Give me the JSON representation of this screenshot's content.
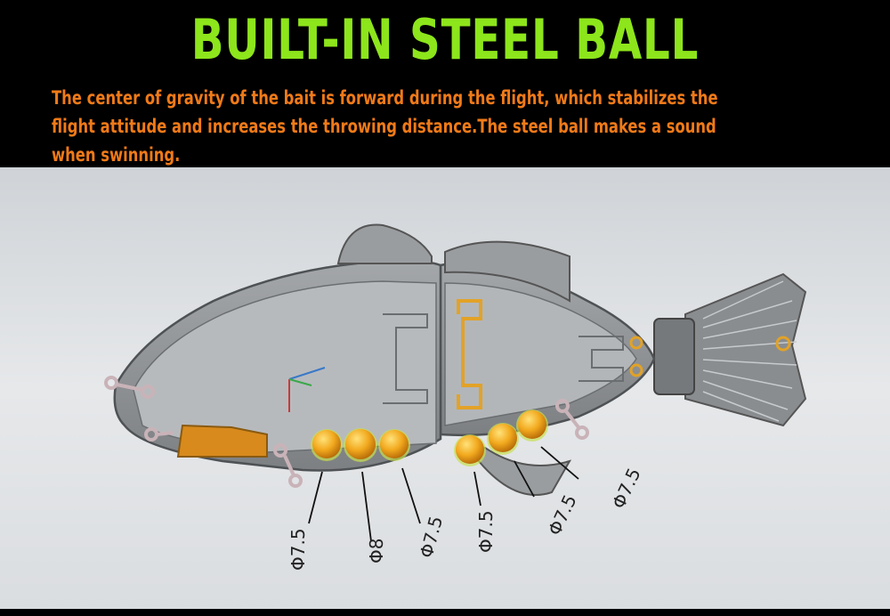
{
  "header": {
    "title": "BUILT-IN STEEL BALL",
    "description_lines": [
      "The center of gravity of the bait is forward during the flight, which stabilizes the",
      "flight attitude and increases the throwing distance.The steel ball makes a sound",
      "when swinning."
    ]
  },
  "colors": {
    "title": "#8DE51B",
    "description": "#F07A18",
    "background_band": "#000000",
    "render_background": "#DFE2E5",
    "steel_ball": "#F2A91E",
    "lure_body": "#8E9194"
  },
  "render": {
    "diagram_labels": [
      {
        "id": "ball-1",
        "text": "Φ7.5"
      },
      {
        "id": "ball-2",
        "text": "Φ8"
      },
      {
        "id": "ball-3",
        "text": "Φ7.5"
      },
      {
        "id": "ball-4",
        "text": "Φ7.5"
      },
      {
        "id": "ball-5",
        "text": "Φ7.5"
      },
      {
        "id": "ball-6",
        "text": "Φ7.5"
      }
    ]
  }
}
